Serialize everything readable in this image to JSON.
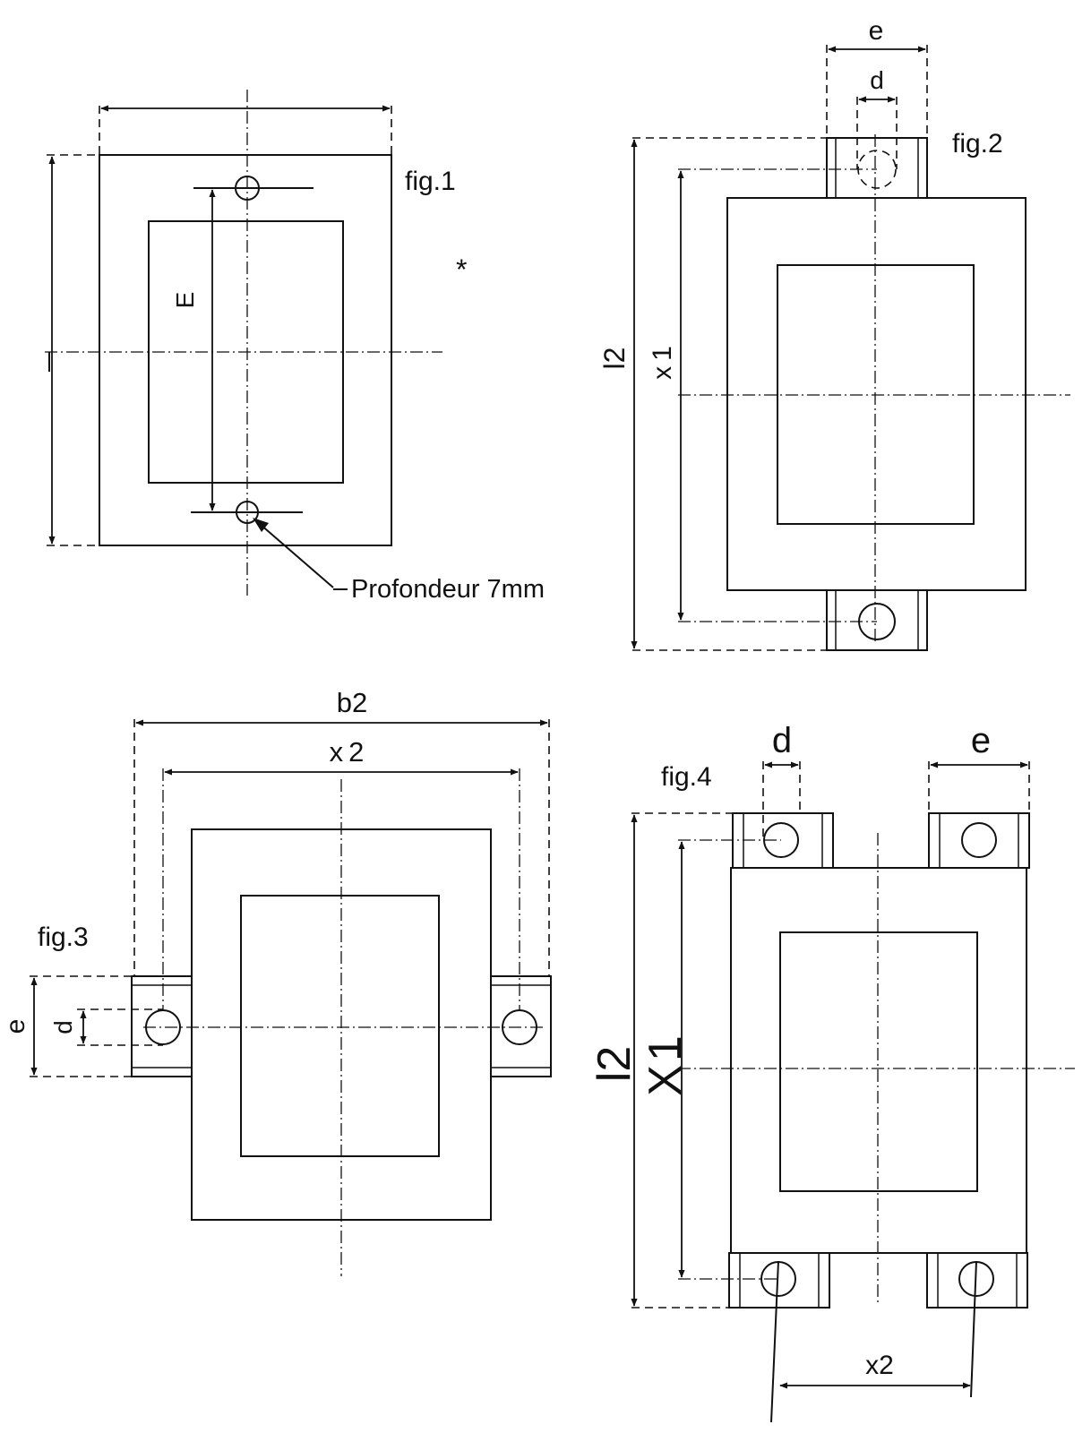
{
  "figures": {
    "fig1": {
      "label": "fig.1",
      "dim_E": "E",
      "note": "Profondeur 7mm",
      "asterisk": "*"
    },
    "fig2": {
      "label": "fig.2",
      "dim_e": "e",
      "dim_d": "d",
      "dim_l2": "l2",
      "dim_x1": "x1"
    },
    "fig3": {
      "label": "fig.3",
      "dim_b2": "b2",
      "dim_x2": "x2",
      "dim_e": "e",
      "dim_d": "d"
    },
    "fig4": {
      "label": "fig.4",
      "dim_d": "d",
      "dim_e": "e",
      "dim_l2": "l2",
      "dim_x1": "X1",
      "dim_x2": "x2"
    }
  }
}
